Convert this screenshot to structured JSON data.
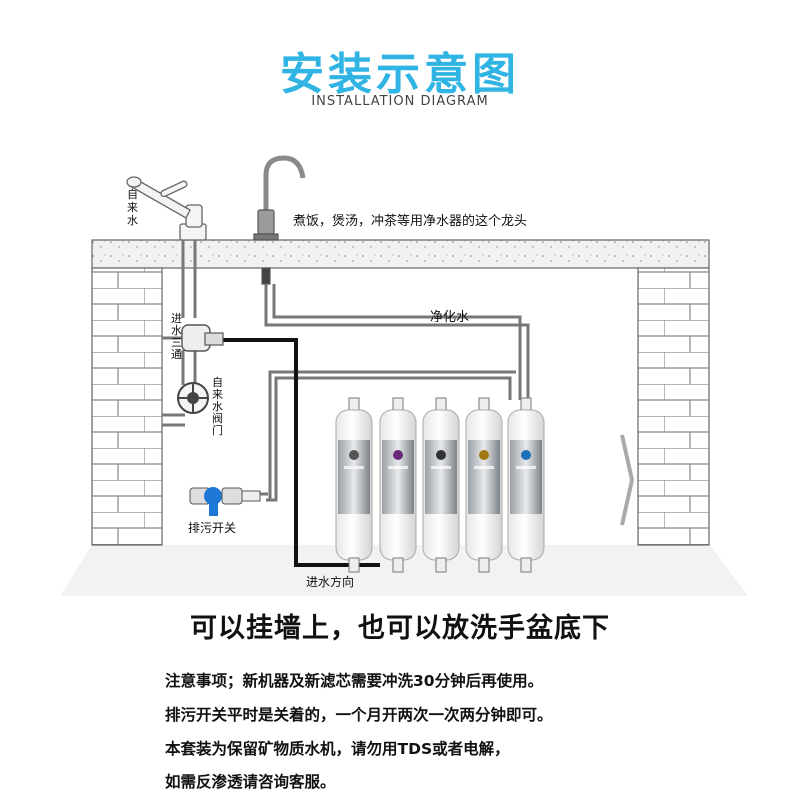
{
  "header": {
    "title": "安装示意图",
    "subtitle": "INSTALLATION DIAGRAM"
  },
  "diagram": {
    "labels": {
      "tap_water": "自来水",
      "faucet_note": "煮饭，煲汤，冲茶等用净水器的这个龙头",
      "purified_water": "净化水",
      "inlet_tee": "进水三通",
      "tap_valve": "自来水阀门",
      "drain_switch": "排污开关",
      "inflow_direction": "进水方向"
    }
  },
  "headline": "可以挂墙上，也可以放洗手盆底下",
  "notes": [
    "注意事项；新机器及新滤芯需要冲洗30分钟后再使用。",
    "排污开关平时是关着的，一个月开两次一次两分钟即可。",
    "本套装为保留矿物质水机，请勿用TDS或者电解，",
    "如需反渗透请咨询客服。"
  ],
  "colors": {
    "title": "#2fb4e3",
    "valve": "#1e78d6",
    "pipe_black": "#111111"
  }
}
